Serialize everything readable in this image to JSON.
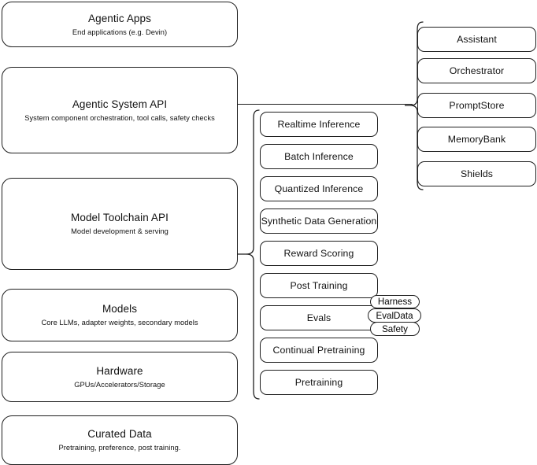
{
  "diagram": {
    "title": "AI stack layered architecture diagram",
    "stroke_color": "#1f1f1f",
    "background_color": "#ffffff"
  },
  "layers": [
    {
      "id": "agentic-apps",
      "title": "Agentic Apps",
      "subtitle": "End applications (e.g. Devin)"
    },
    {
      "id": "agentic-system-api",
      "title": "Agentic System API",
      "subtitle": "System component orchestration, tool calls, safety checks"
    },
    {
      "id": "model-toolchain-api",
      "title": "Model Toolchain API",
      "subtitle": "Model development & serving"
    },
    {
      "id": "models",
      "title": "Models",
      "subtitle": "Core LLMs, adapter weights, secondary models"
    },
    {
      "id": "hardware",
      "title": "Hardware",
      "subtitle": "GPUs/Accelerators/Storage"
    },
    {
      "id": "curated-data",
      "title": "Curated Data",
      "subtitle": "Pretraining, preference, post training."
    }
  ],
  "toolchain_components": [
    {
      "id": "realtime-inference",
      "label": "Realtime Inference"
    },
    {
      "id": "batch-inference",
      "label": "Batch Inference"
    },
    {
      "id": "quantized-inference",
      "label": "Quantized Inference"
    },
    {
      "id": "synthetic-data-generation",
      "label": "Synthetic Data Generation"
    },
    {
      "id": "reward-scoring",
      "label": "Reward Scoring"
    },
    {
      "id": "post-training",
      "label": "Post Training"
    },
    {
      "id": "evals",
      "label": "Evals"
    },
    {
      "id": "continual-pretraining",
      "label": "Continual Pretraining"
    },
    {
      "id": "pretraining",
      "label": "Pretraining"
    }
  ],
  "evals_subcomponents": [
    {
      "id": "harness",
      "label": "Harness"
    },
    {
      "id": "evaldata",
      "label": "EvalData"
    },
    {
      "id": "safety",
      "label": "Safety"
    }
  ],
  "agentic_system_components": [
    {
      "id": "assistant",
      "label": "Assistant"
    },
    {
      "id": "orchestrator",
      "label": "Orchestrator"
    },
    {
      "id": "promptstore",
      "label": "PromptStore"
    },
    {
      "id": "memorybank",
      "label": "MemoryBank"
    },
    {
      "id": "shields",
      "label": "Shields"
    }
  ]
}
